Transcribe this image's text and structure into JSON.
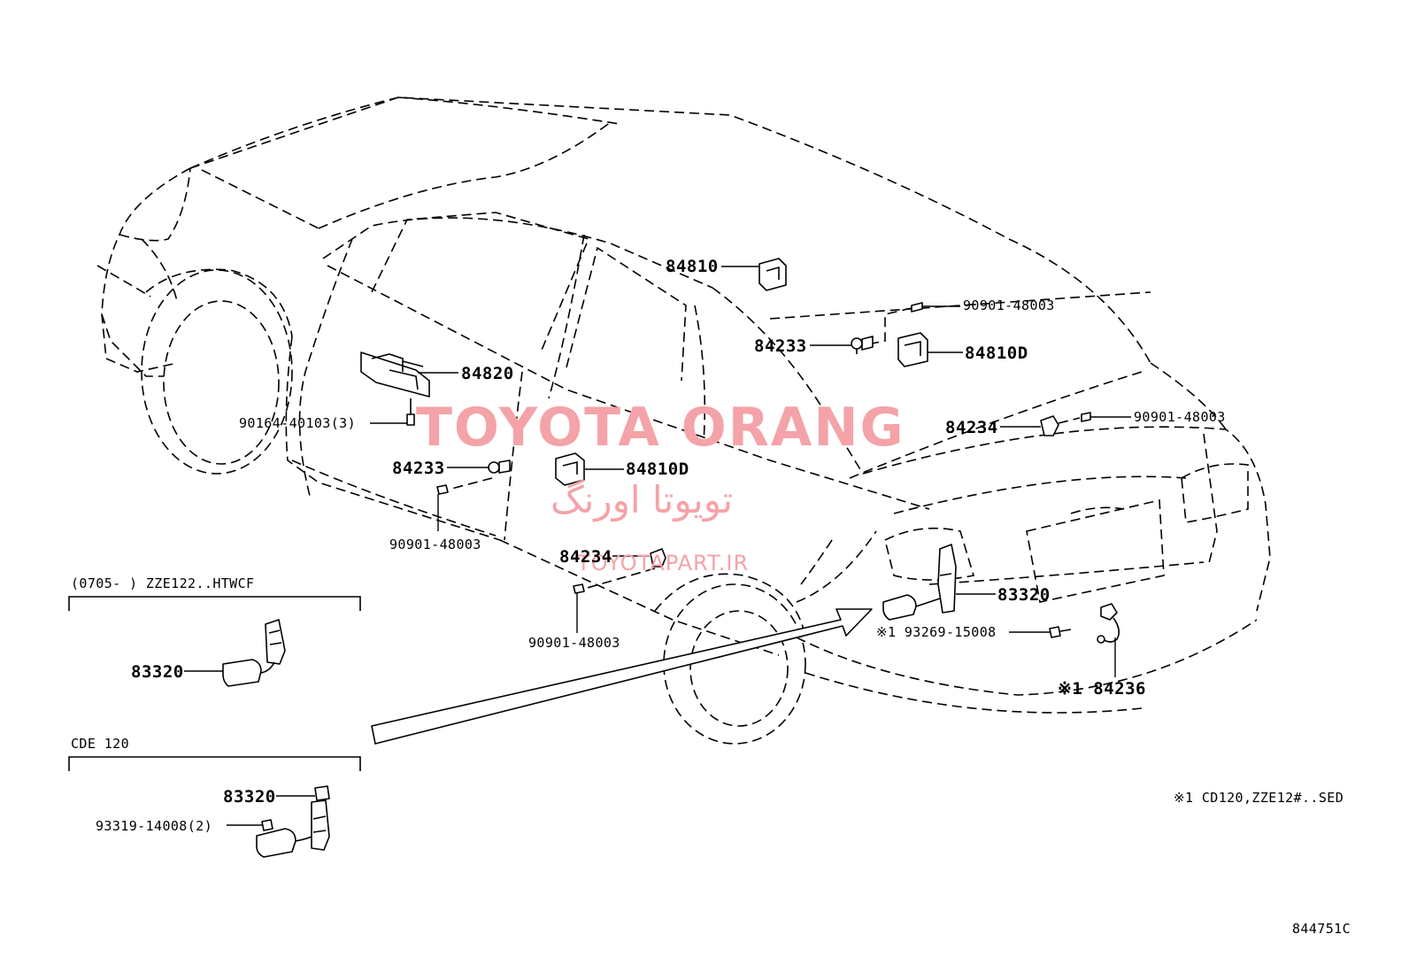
{
  "watermark": {
    "brand": "TOYOTA ORANG",
    "brand_farsi": "تویوتا اورنگ",
    "website": "TOYOTAPART.IR",
    "color": "#f4a3a8"
  },
  "diagram_code": "844751C",
  "footnote": "※1 CD120,ZZE12#..SED",
  "variants": {
    "zze122": {
      "header": "(0705-    ) ZZE122..HTWCF",
      "part_label": "83320"
    },
    "cde120": {
      "header": "CDE 120",
      "part_label": "83320",
      "screw_label": "93319-14008(2)"
    }
  },
  "callouts": {
    "roof_switch": "84810",
    "front_screw_top": "90901-48003",
    "rear_switch": "84810D",
    "front_sensor": "84233",
    "master_switch": "84820",
    "master_switch_screw": "90164-40103(3)",
    "front_door_sensor": "84233",
    "front_door_switch": "84810D",
    "front_door_screw": "90901-48003",
    "rear_door_sensor": "84234",
    "rear_door_screw": "90901-48003",
    "trunk_sensor": "84234",
    "trunk_screw": "90901-48003",
    "trunk_unit": "83320",
    "trunk_bolt": "※1 93269-15008",
    "trunk_courtesy": "※1 84236"
  }
}
